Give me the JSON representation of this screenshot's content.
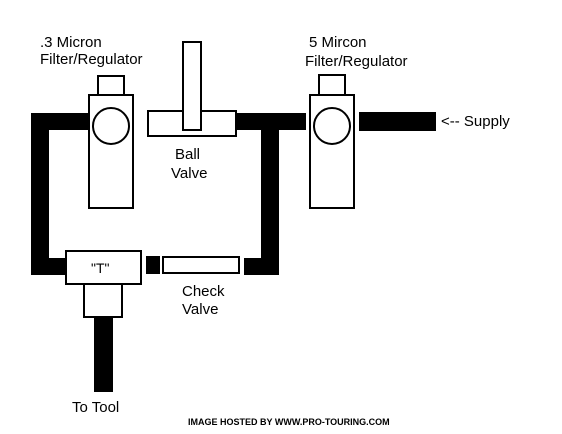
{
  "labels": {
    "filter_left_line1": ".3 Micron",
    "filter_left_line2": "Filter/Regulator",
    "filter_right_line1": "5 Mircon",
    "filter_right_line2": "Filter/Regulator",
    "ball_valve_line1": "Ball",
    "ball_valve_line2": "Valve",
    "supply": "<-- Supply",
    "tee": "\"T\"",
    "check_valve_line1": "Check",
    "check_valve_line2": "Valve",
    "to_tool": "To Tool"
  },
  "credit": "IMAGE HOSTED BY WWW.PRO-TOURING.COM",
  "colors": {
    "line": "#000000",
    "background": "#ffffff"
  }
}
